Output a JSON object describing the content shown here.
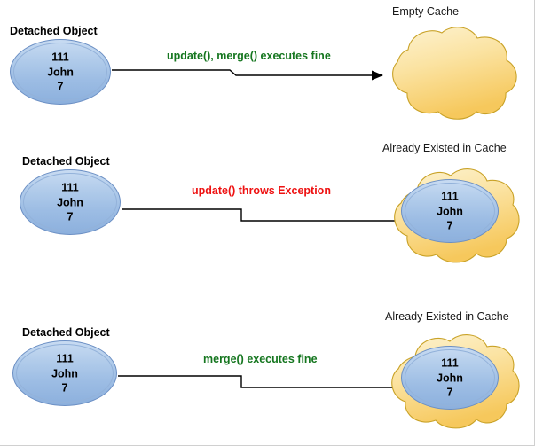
{
  "diagram": {
    "title_present": false,
    "colors": {
      "entity_fill_top": "#c8dbf2",
      "entity_fill_bottom": "#8cb0dd",
      "entity_stroke": "#6b8fc4",
      "cloud_fill_top": "#fdf0c4",
      "cloud_fill_bottom": "#f8cf6b",
      "cloud_stroke": "#c9a227",
      "label_green": "#15761f",
      "label_red": "#ee1111",
      "connector": "#000000",
      "background": "#ffffff"
    },
    "rows": [
      {
        "id": "row-1",
        "source": {
          "label": "Detached Object",
          "lines": [
            "111",
            "John",
            "7"
          ]
        },
        "edge": {
          "label": "update(), merge() executes fine",
          "color_key": "green"
        },
        "target": {
          "label": "Empty Cache",
          "has_inner_entity": false,
          "inner_lines": []
        }
      },
      {
        "id": "row-2",
        "source": {
          "label": "Detached Object",
          "lines": [
            "111",
            "John",
            "7"
          ]
        },
        "edge": {
          "label": "update() throws Exception",
          "color_key": "red"
        },
        "target": {
          "label": "Already Existed in Cache",
          "has_inner_entity": true,
          "inner_lines": [
            "111",
            "John",
            "7"
          ]
        }
      },
      {
        "id": "row-3",
        "source": {
          "label": "Detached Object",
          "lines": [
            "111",
            "John",
            "7"
          ]
        },
        "edge": {
          "label": "merge() executes fine",
          "color_key": "green"
        },
        "target": {
          "label": "Already Existed in Cache",
          "has_inner_entity": true,
          "inner_lines": [
            "111",
            "John",
            "7"
          ]
        }
      }
    ]
  }
}
